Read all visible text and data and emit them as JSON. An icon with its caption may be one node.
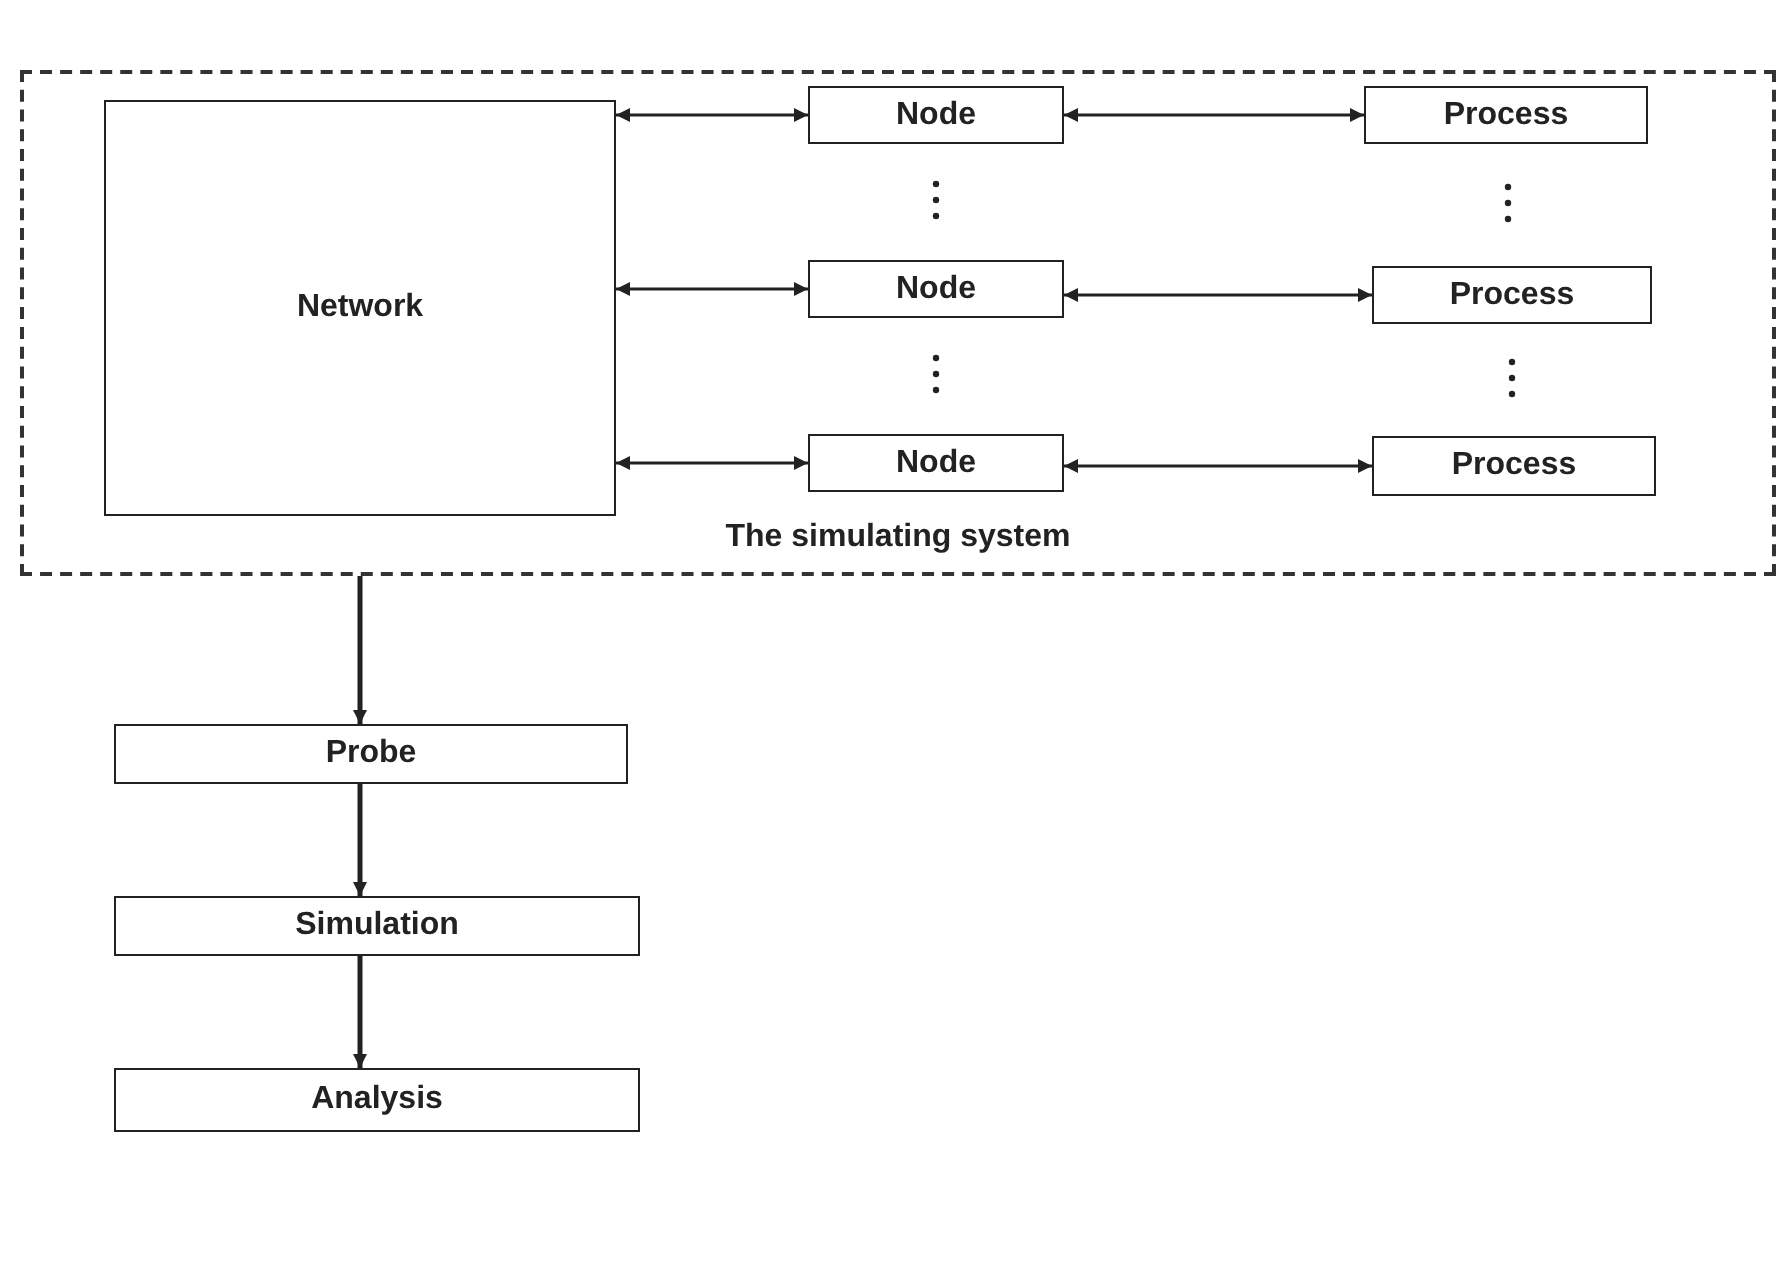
{
  "diagram": {
    "nodes": [
      {
        "text": [
          "The simulating system"
        ]
      },
      {
        "text": [
          "Network"
        ],
        "in": 0
      },
      {
        "text": [
          "Node"
        ],
        "in": 0
      },
      {
        "text": [
          "Node"
        ],
        "in": 0
      },
      {
        "text": [
          "Node"
        ],
        "in": 0
      },
      {
        "text": [
          "Process"
        ],
        "in": 0
      },
      {
        "text": [
          "Process"
        ],
        "in": 0
      },
      {
        "text": [
          "Process"
        ],
        "in": 0
      },
      {
        "text": [
          "Probe"
        ]
      },
      {
        "text": [
          "Simulation"
        ]
      },
      {
        "text": [
          "Analysis"
        ]
      }
    ],
    "edges": [
      {
        "from": 1,
        "to": 2,
        "arrow": "both"
      },
      {
        "from": 1,
        "to": 3,
        "arrow": "both"
      },
      {
        "from": 1,
        "to": 4,
        "arrow": "both"
      },
      {
        "from": 2,
        "to": 5,
        "arrow": "both"
      },
      {
        "from": 3,
        "to": 6,
        "arrow": "both"
      },
      {
        "from": 4,
        "to": 7,
        "arrow": "both"
      },
      {
        "from": 0,
        "to": 8,
        "arrow": "to"
      },
      {
        "from": 8,
        "to": 9,
        "arrow": "to"
      },
      {
        "from": 9,
        "to": 10,
        "arrow": "to"
      }
    ]
  }
}
